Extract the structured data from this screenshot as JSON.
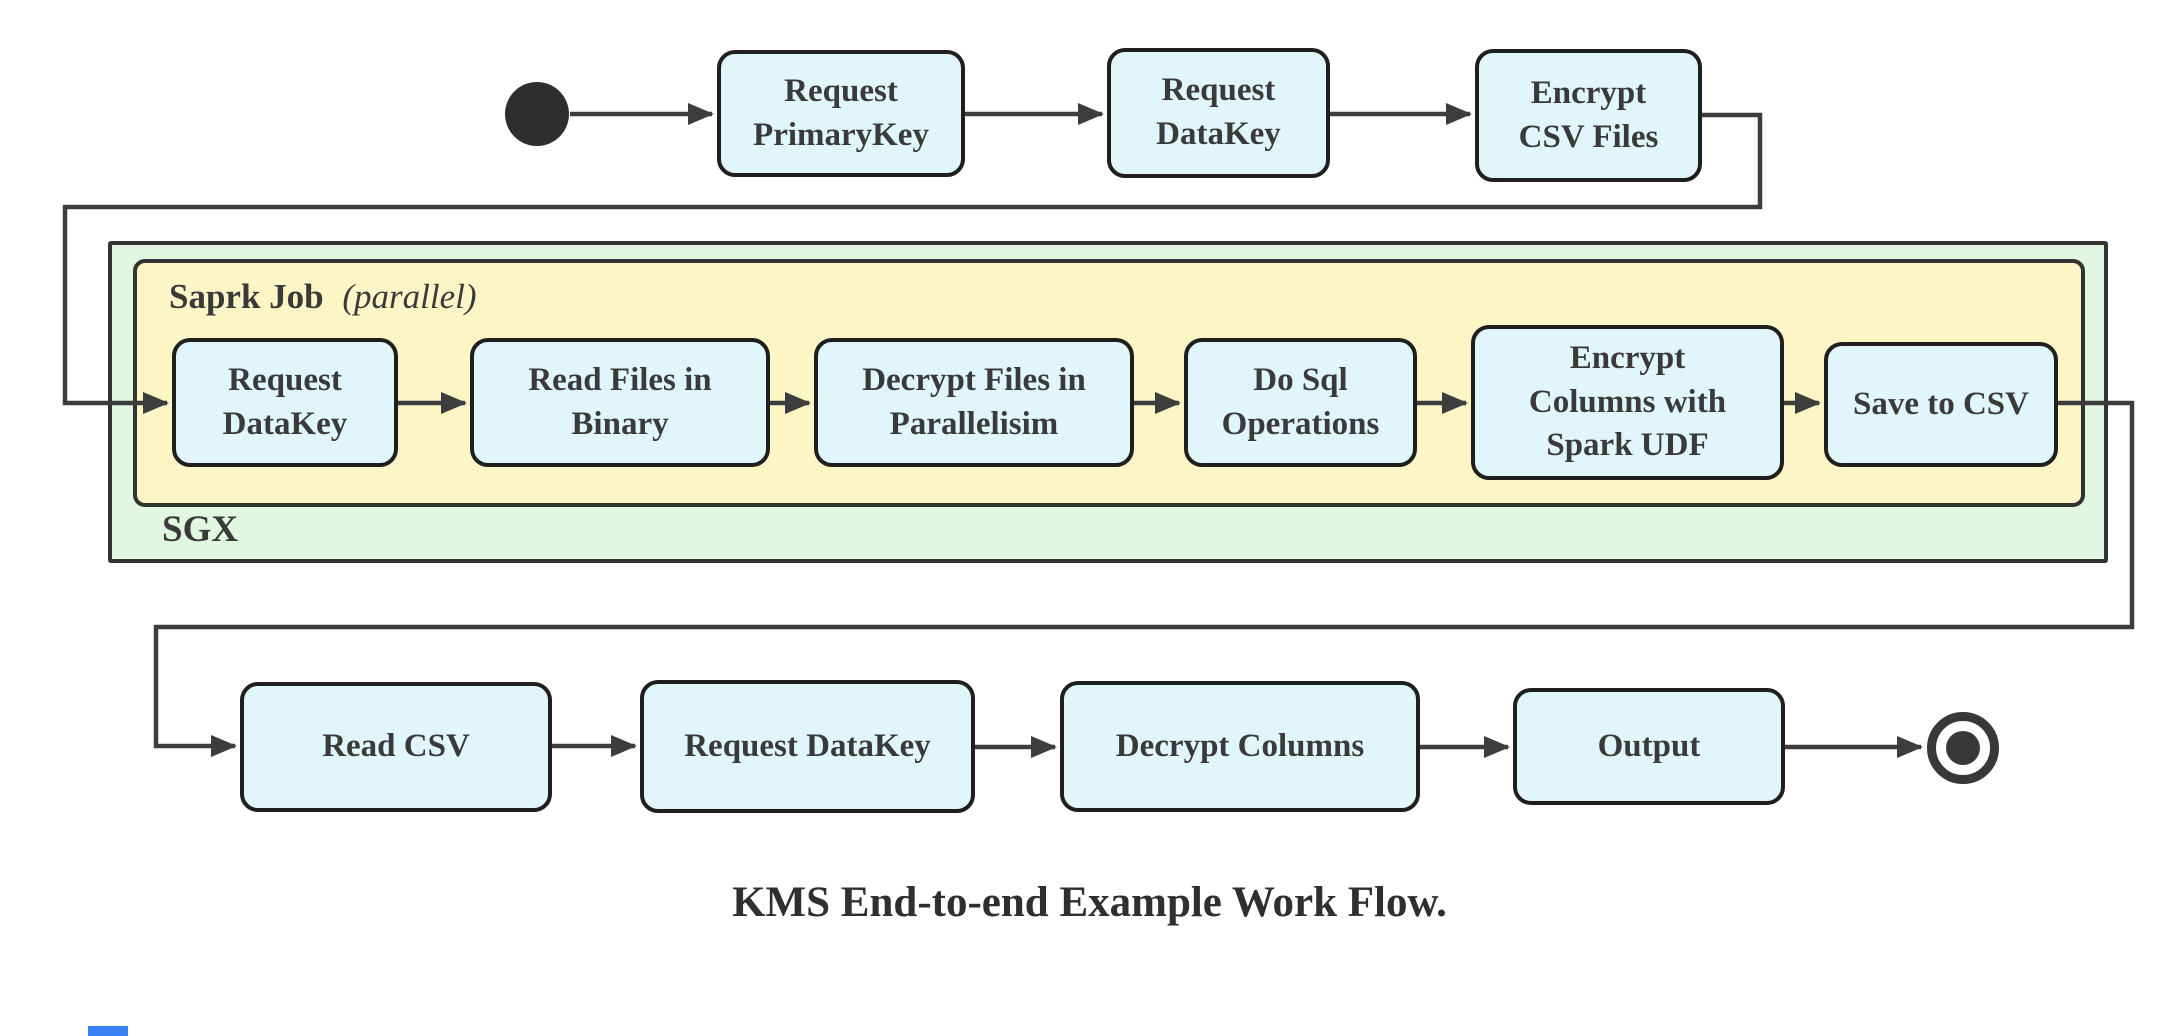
{
  "diagram": {
    "caption": "KMS End-to-end Example Work Flow.",
    "containers": {
      "sgx": {
        "label": "SGX"
      },
      "spark_job": {
        "label": "Saprk Job",
        "qualifier": "(parallel)"
      }
    },
    "nodes": {
      "start": {
        "kind": "initial-state"
      },
      "request_primarykey": {
        "label": "Request\nPrimaryKey"
      },
      "request_datakey_top": {
        "label": "Request\nDataKey"
      },
      "encrypt_csv_files": {
        "label": "Encrypt\nCSV Files"
      },
      "request_datakey_spark": {
        "label": "Request\nDataKey"
      },
      "read_files_in_binary": {
        "label": "Read Files in\nBinary"
      },
      "decrypt_files_in_parallelisim": {
        "label": "Decrypt Files in\nParallelisim"
      },
      "do_sql_operations": {
        "label": "Do Sql\nOperations"
      },
      "encrypt_columns_with_spark_udf": {
        "label": "Encrypt\nColumns with\nSpark UDF"
      },
      "save_to_csv": {
        "label": "Save to CSV"
      },
      "read_csv": {
        "label": "Read CSV"
      },
      "request_datakey_bottom": {
        "label": "Request DataKey"
      },
      "decrypt_columns": {
        "label": "Decrypt Columns"
      },
      "output": {
        "label": "Output"
      },
      "end": {
        "kind": "final-state"
      }
    },
    "edges": [
      {
        "from": "start",
        "to": "request_primarykey"
      },
      {
        "from": "request_primarykey",
        "to": "request_datakey_top"
      },
      {
        "from": "request_datakey_top",
        "to": "encrypt_csv_files"
      },
      {
        "from": "encrypt_csv_files",
        "to": "request_datakey_spark"
      },
      {
        "from": "request_datakey_spark",
        "to": "read_files_in_binary"
      },
      {
        "from": "read_files_in_binary",
        "to": "decrypt_files_in_parallelisim"
      },
      {
        "from": "decrypt_files_in_parallelisim",
        "to": "do_sql_operations"
      },
      {
        "from": "do_sql_operations",
        "to": "encrypt_columns_with_spark_udf"
      },
      {
        "from": "encrypt_columns_with_spark_udf",
        "to": "save_to_csv"
      },
      {
        "from": "save_to_csv",
        "to": "read_csv"
      },
      {
        "from": "read_csv",
        "to": "request_datakey_bottom"
      },
      {
        "from": "request_datakey_bottom",
        "to": "decrypt_columns"
      },
      {
        "from": "decrypt_columns",
        "to": "output"
      },
      {
        "from": "output",
        "to": "end"
      }
    ],
    "colors": {
      "node_fill": "#E1F6FA",
      "node_border": "#1F1F1F",
      "spark_container_fill": "#FCF5C6",
      "sgx_container_fill": "#E1F7E1",
      "container_border": "#333333",
      "edge": "#3D3D3D",
      "text": "#3A3A3A"
    }
  }
}
